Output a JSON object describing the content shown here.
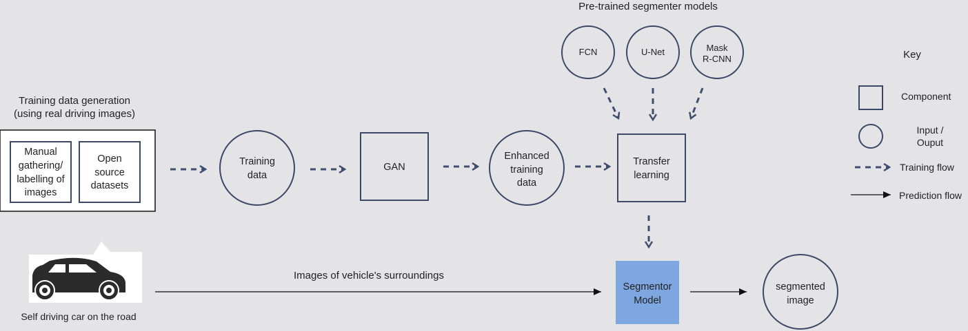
{
  "titles": {
    "pretrained": "Pre-trained segmenter models",
    "training_gen_line1": "Training data generation",
    "training_gen_line2": "(using real driving images)",
    "car_caption": "Self driving car on the road",
    "flow_label": "Images of vehicle's surroundings"
  },
  "sources": {
    "manual": [
      "Manual",
      "gathering/",
      "labelling of",
      "images"
    ],
    "open": [
      "Open",
      "source",
      "datasets"
    ]
  },
  "nodes": {
    "training_data": [
      "Training",
      "data"
    ],
    "gan": "GAN",
    "enhanced": [
      "Enhanced",
      "training",
      "data"
    ],
    "transfer": [
      "Transfer",
      "learning"
    ],
    "segmentor": [
      "Segmentor",
      "Model"
    ],
    "segmented": [
      "segmented",
      "image"
    ]
  },
  "models": {
    "fcn": "FCN",
    "unet": "U-Net",
    "mask": [
      "Mask",
      "R-CNN"
    ]
  },
  "key": {
    "title": "Key",
    "component": "Component",
    "io": [
      "Input /",
      "Ouput"
    ],
    "training_flow": "Training flow",
    "prediction_flow": "Prediction flow"
  },
  "colors": {
    "stroke": "#3a4766",
    "dashed_arrow": "#3f4d6e",
    "segmentor_fill": "#7ea6e0",
    "background": "#e4e4e6",
    "car": "#2b2b2b"
  }
}
